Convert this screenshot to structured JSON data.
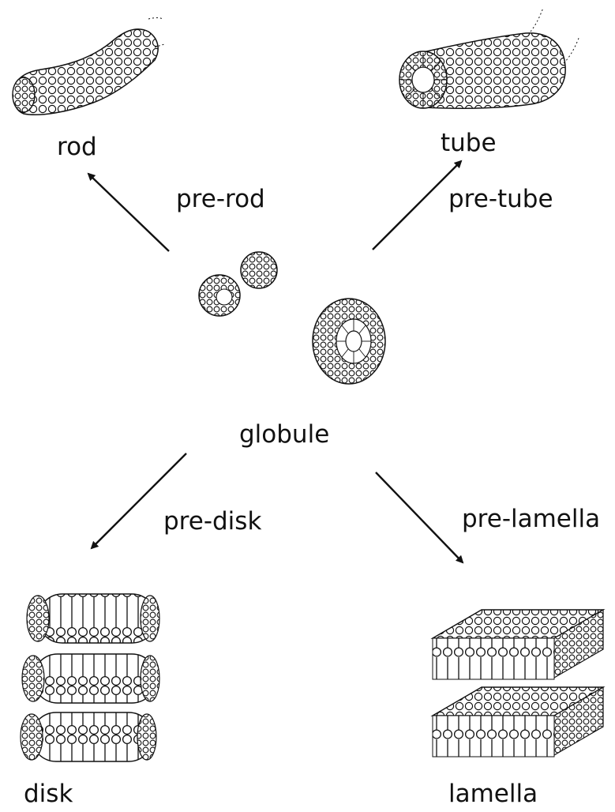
{
  "labels": {
    "rod": "rod",
    "tube": "tube",
    "pre_rod": "pre-rod",
    "pre_tube": "pre-tube",
    "globule": "globule",
    "pre_disk": "pre-disk",
    "pre_lamella": "pre-lamella",
    "disk": "disk",
    "lamella": "lamella"
  },
  "colors": {
    "ink": "#111111",
    "background": "#ffffff"
  }
}
